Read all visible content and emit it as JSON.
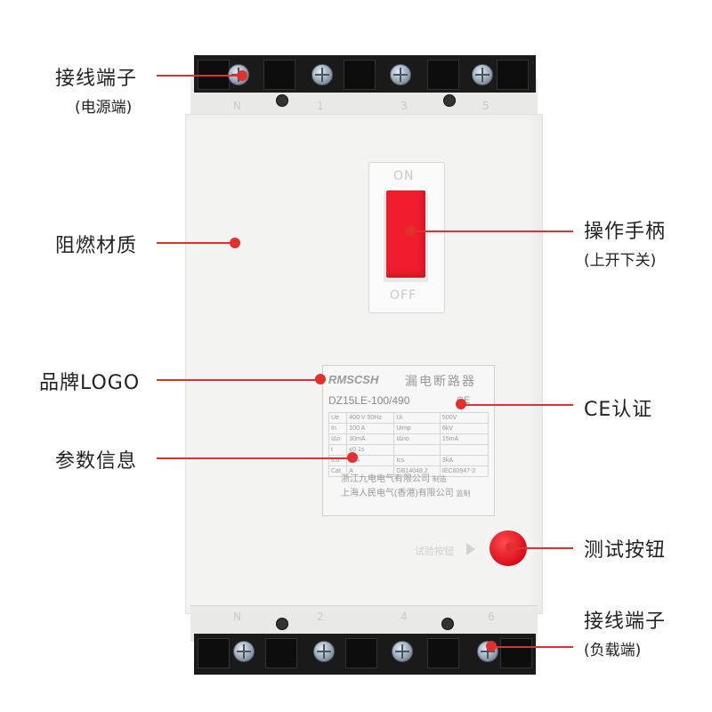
{
  "callouts": {
    "terminal_top": {
      "main": "接线端子",
      "sub": "(电源端)"
    },
    "flame_retardant": {
      "main": "阻燃材质"
    },
    "handle": {
      "main": "操作手柄",
      "sub": "(上开下关)"
    },
    "brand_logo": {
      "main": "品牌LOGO"
    },
    "ce": {
      "main": "CE认证"
    },
    "params": {
      "main": "参数信息"
    },
    "test_button": {
      "main": "测试按钮"
    },
    "terminal_bottom": {
      "main": "接线端子",
      "sub": "(负载端)"
    }
  },
  "breaker": {
    "top_pole_labels": [
      "N",
      "1",
      "3",
      "5"
    ],
    "bottom_pole_labels": [
      "N",
      "2",
      "4",
      "6"
    ],
    "switch": {
      "on": "ON",
      "off": "OFF"
    },
    "plate": {
      "brand": "RMSCSH",
      "name": "漏电断路器",
      "model": "DZ15LE-100/490",
      "ce_mark": "CE",
      "specs": [
        [
          "Ue",
          "400 V 50Hz",
          "Ui",
          "500V"
        ],
        [
          "In",
          "100 A",
          "Uimp",
          "6kV"
        ],
        [
          "IΔn",
          "30mA",
          "IΔno",
          "15mA"
        ],
        [
          "t",
          "≤0.1s",
          "",
          ""
        ],
        [
          "Icu",
          "3kA",
          "Ics",
          "3kA"
        ],
        [
          "Cat",
          "A",
          "GB14048.2",
          "IEC60947-2"
        ]
      ],
      "maker1": "浙江九电电气有限公司",
      "maker1_note": "制造",
      "maker2": "上海人民电气(香港)有限公司",
      "maker2_note": "监制"
    },
    "test_label": "试验按钮"
  },
  "colors": {
    "accent": "#e0302f",
    "handle": "#f01d2c",
    "body": "#f3f3f2"
  }
}
